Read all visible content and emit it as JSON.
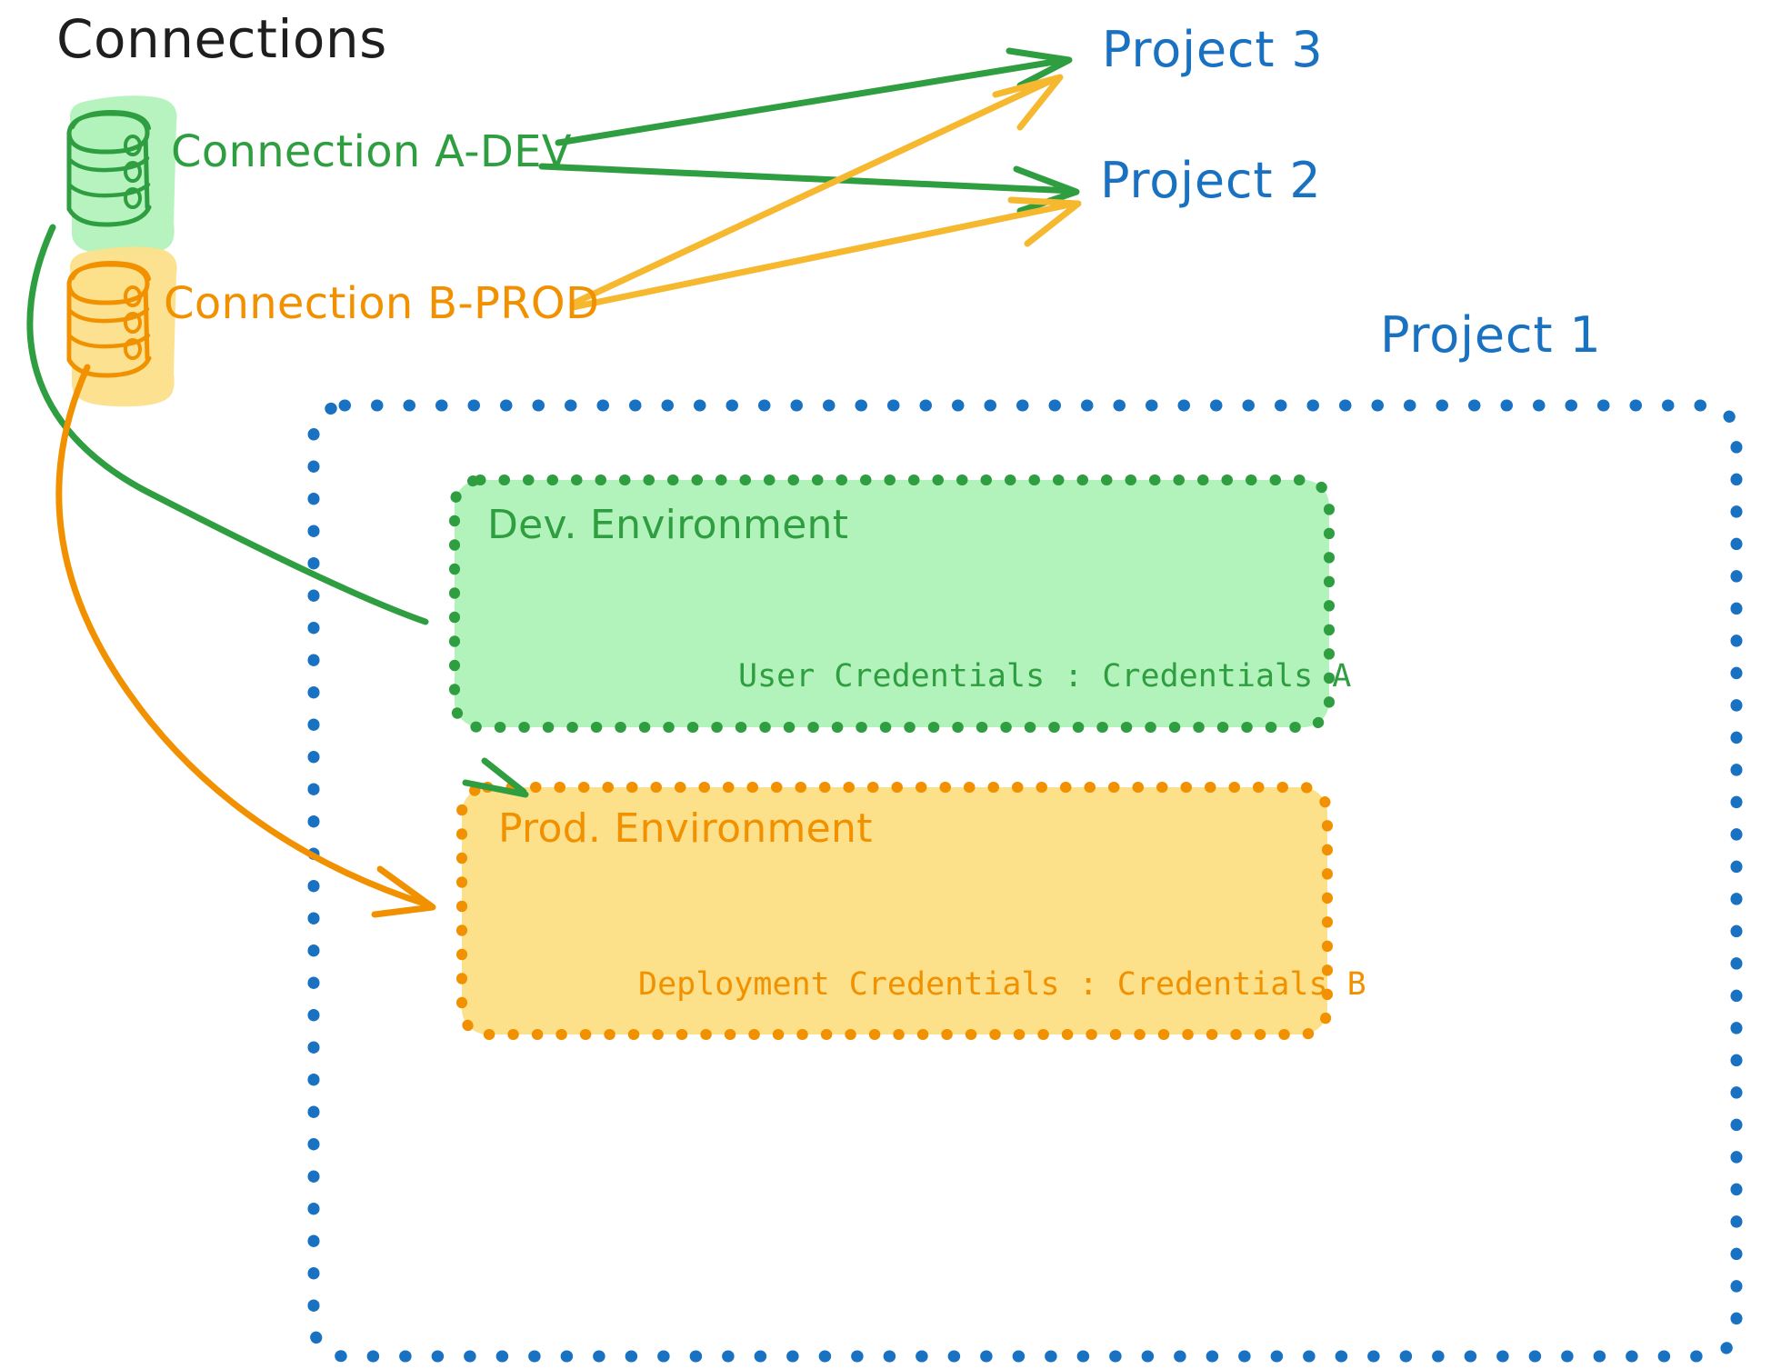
{
  "diagram": {
    "title": "Connections",
    "colors": {
      "green_stroke": "#2f9e41",
      "green_fill": "#b2f2bb",
      "orange_stroke": "#f29100",
      "orange_fill": "#fce08a",
      "blue_stroke": "#1971c2",
      "text_dark": "#1e1e1e"
    },
    "connections": [
      {
        "id": "a-dev",
        "label": "Connection A-DEV",
        "color": "#2f9e41",
        "icon": "database-icon"
      },
      {
        "id": "b-prod",
        "label": "Connection B-PROD",
        "color": "#f29100",
        "icon": "database-icon"
      }
    ],
    "projects": [
      {
        "id": "project-3",
        "label": "Project 3"
      },
      {
        "id": "project-2",
        "label": "Project 2"
      },
      {
        "id": "project-1",
        "label": "Project 1"
      }
    ],
    "environments": [
      {
        "id": "dev",
        "title": "Dev. Environment",
        "credentials": "User Credentials : Credentials A",
        "color": "#2f9e41",
        "fill": "#b2f2bb"
      },
      {
        "id": "prod",
        "title": "Prod. Environment",
        "credentials": "Deployment Credentials : Credentials B",
        "color": "#f29100",
        "fill": "#fce08a"
      }
    ],
    "edges": [
      {
        "from": "a-dev",
        "to": "project-3",
        "color": "#2f9e41"
      },
      {
        "from": "a-dev",
        "to": "project-2",
        "color": "#2f9e41"
      },
      {
        "from": "b-prod",
        "to": "project-3",
        "color": "#f5b82e"
      },
      {
        "from": "b-prod",
        "to": "project-2",
        "color": "#f5b82e"
      },
      {
        "from": "a-dev",
        "to": "dev",
        "color": "#2f9e41"
      },
      {
        "from": "b-prod",
        "to": "prod",
        "color": "#f29100"
      }
    ]
  }
}
